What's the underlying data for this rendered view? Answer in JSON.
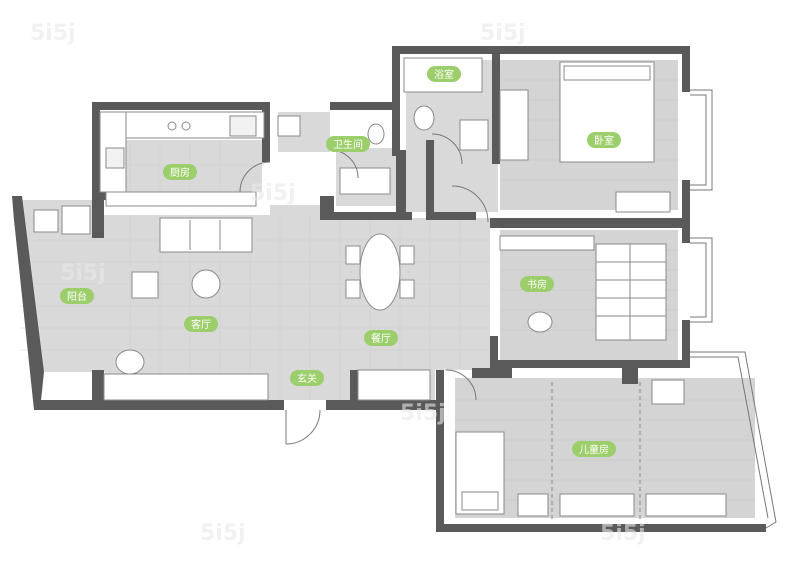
{
  "rooms": {
    "bathroom_master": "浴室",
    "bedroom": "卧室",
    "kitchen": "厨房",
    "bathroom_guest": "卫生间",
    "balcony": "阳台",
    "living_room": "客厅",
    "dining_room": "餐厅",
    "entrance": "玄关",
    "study": "书房",
    "kids_room": "儿童房"
  },
  "colors": {
    "label_green": "#9ccf6b",
    "wall": "#5a5a5a",
    "floor": "#d9d9d9"
  }
}
